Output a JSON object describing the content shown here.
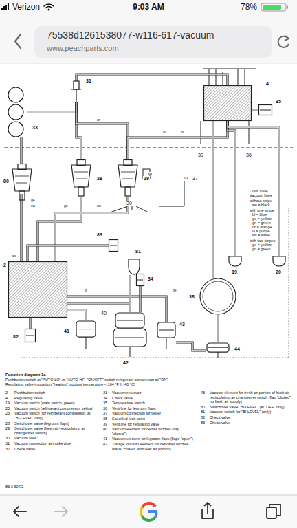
{
  "diagram": {
    "nodes": [
      {
        "text": [
          "33"
        ]
      },
      {
        "text": [
          "31"
        ]
      },
      {
        "text": [
          "4"
        ]
      },
      {
        "text": [
          "35"
        ]
      },
      {
        "text": [
          "80"
        ]
      },
      {
        "text": [
          "28"
        ]
      },
      {
        "text": [
          "29"
        ]
      },
      {
        "text": [
          "19"
        ]
      },
      {
        "text": [
          "20"
        ]
      },
      {
        "text": [
          "83"
        ]
      },
      {
        "text": [
          "81"
        ]
      },
      {
        "text": [
          "34"
        ]
      },
      {
        "text": [
          "38"
        ]
      },
      {
        "text": [
          "2"
        ]
      },
      {
        "text": [
          "82"
        ]
      },
      {
        "text": [
          "41"
        ]
      },
      {
        "text": [
          "42"
        ]
      },
      {
        "text": [
          "43"
        ]
      },
      {
        "text": [
          "44"
        ]
      }
    ],
    "edges": [
      {
        "from": 1,
        "to": 2,
        "arrow": "none"
      },
      {
        "from": 0,
        "to": 1,
        "arrow": "none"
      },
      {
        "from": 1,
        "to": 5,
        "arrow": "none"
      },
      {
        "from": 1,
        "to": 6,
        "arrow": "none"
      },
      {
        "from": 2,
        "to": 6,
        "arrow": "none"
      },
      {
        "from": 2,
        "to": 7,
        "arrow": "none"
      },
      {
        "from": 2,
        "to": 8,
        "arrow": "none"
      },
      {
        "from": 5,
        "to": 13,
        "arrow": "none"
      },
      {
        "from": 6,
        "to": 13,
        "arrow": "none"
      },
      {
        "from": 4,
        "to": 13,
        "arrow": "none"
      },
      {
        "from": 0,
        "to": 4,
        "arrow": "none"
      },
      {
        "from": 13,
        "to": 15,
        "arrow": "none"
      },
      {
        "from": 13,
        "to": 16,
        "arrow": "none"
      },
      {
        "from": 13,
        "to": 17,
        "arrow": "none"
      },
      {
        "from": 13,
        "to": 14,
        "arrow": "none"
      },
      {
        "from": 9,
        "to": 13,
        "arrow": "none"
      },
      {
        "from": 10,
        "to": 16,
        "arrow": "none"
      },
      {
        "from": 11,
        "to": 16,
        "arrow": "none"
      },
      {
        "from": 12,
        "to": 18,
        "arrow": "none"
      },
      {
        "from": 17,
        "to": 18,
        "arrow": "none"
      },
      {
        "from": 2,
        "to": 12,
        "arrow": "none"
      },
      {
        "from": 3,
        "to": 2,
        "arrow": "none"
      }
    ],
    "labels": [
      "Verizon",
      "9:03 AM",
      "78%",
      "75538d1261538077-w116-617-vacuum",
      "www.peachparts.com",
      "39",
      "36",
      "13",
      "37",
      "30",
      "40",
      "sw",
      "sw",
      "ge",
      "ws",
      "gn",
      "bl",
      "vi",
      "or",
      "ws",
      "ge",
      "bl",
      "Color code",
      "Vacuum lines",
      "without stripe",
      "sw = black",
      "with one stripe",
      "bl = blue",
      "ge = yellow",
      "gn = green",
      "or = orange",
      "vi = purple",
      "ws = white",
      "with two stripes",
      "ge = yellow",
      "gn = green",
      "Function diagram 1a",
      "Pushbutton switch at \"AUTO-LO\" or \"AUTO-HI\", \"ON/OFF\" switch refrigerant compressor at \"ON\"",
      "Regulating valve in position \"heating\", coolant temperature < 104 °F (< 40 °C)",
      "2",
      "Pushbutton switch",
      "4",
      "Regulating valve",
      "19",
      "Vacuum switch (main switch, green)",
      "20",
      "Vacuum switch (refrigerant compressor, yellow)",
      "23",
      "Vacuum switch (for refrigerant compressor, at \"BI-LEVEL\" only)",
      "28",
      "Switchover valve (legroom flaps)",
      "29",
      "Switchover valve (fresh air-recirculating air changeover switch)",
      "30",
      "Vacuum lines",
      "31",
      "Vacuum connection at intake pipe",
      "32",
      "Check valve",
      "33",
      "Vacuum reservoir",
      "34",
      "Check valve",
      "35",
      "Temperature switch",
      "36",
      "Vent line for legroom flaps",
      "37",
      "Vacuum connection for tester",
      "38",
      "Specified leak point",
      "39",
      "Vent line for regulating valve",
      "40",
      "Vacuum element for center nozzles (flap \"closed\")",
      "41",
      "Vacuum element for legroom flaps (flaps \"open\")",
      "42",
      "2-stage vacuum element for defroster nozzles (flaps \"closed\" with leak air portion)",
      "43",
      "Vacuum element for fresh air portion of fresh air-recirculating air changeover switch (flap \"closed\" no fresh air supply)",
      "80",
      "Switchover valve \"BI-LEVEL\" (at \"DEF\" only)",
      "81",
      "Vacuum switch for \"BI-LEVEL\" (only)",
      "82",
      "Check valve",
      "83",
      "Check valve",
      "83.3-604/2"
    ]
  }
}
